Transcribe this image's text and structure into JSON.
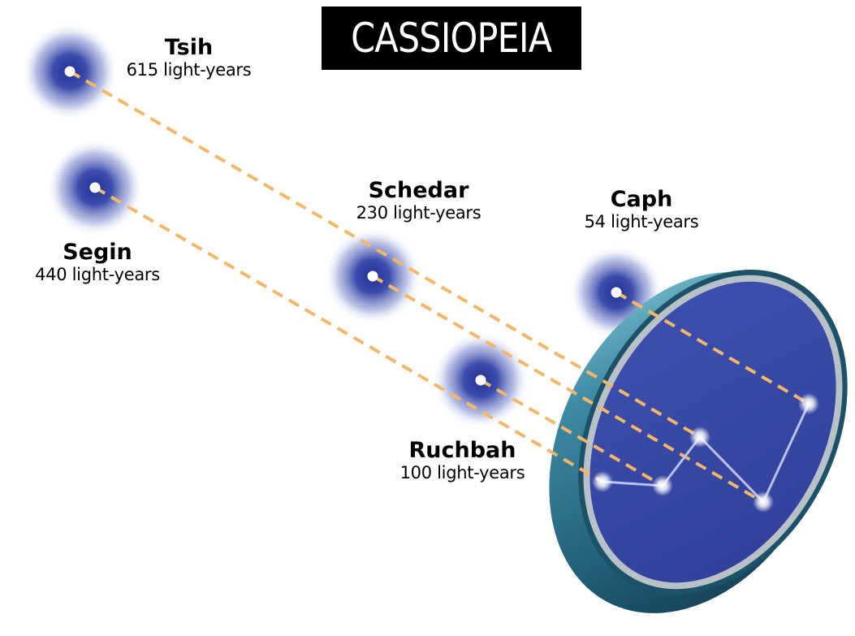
{
  "title": "CASSIOPEIA",
  "colors": {
    "star_glow": "#2f3ea0",
    "star_core": "#ffffff",
    "dashed_line": "#f2b768",
    "lens_face": "#3948a6",
    "lens_rim": "#2d6a86"
  },
  "stars": [
    {
      "id": "tsih",
      "name": "Tsih",
      "distance": "615 light-years"
    },
    {
      "id": "segin",
      "name": "Segin",
      "distance": "440 light-years"
    },
    {
      "id": "schedar",
      "name": "Schedar",
      "distance": "230 light-years"
    },
    {
      "id": "caph",
      "name": "Caph",
      "distance": "54 light-years"
    },
    {
      "id": "ruchbah",
      "name": "Ruchbah",
      "distance": "100 light-years"
    }
  ]
}
